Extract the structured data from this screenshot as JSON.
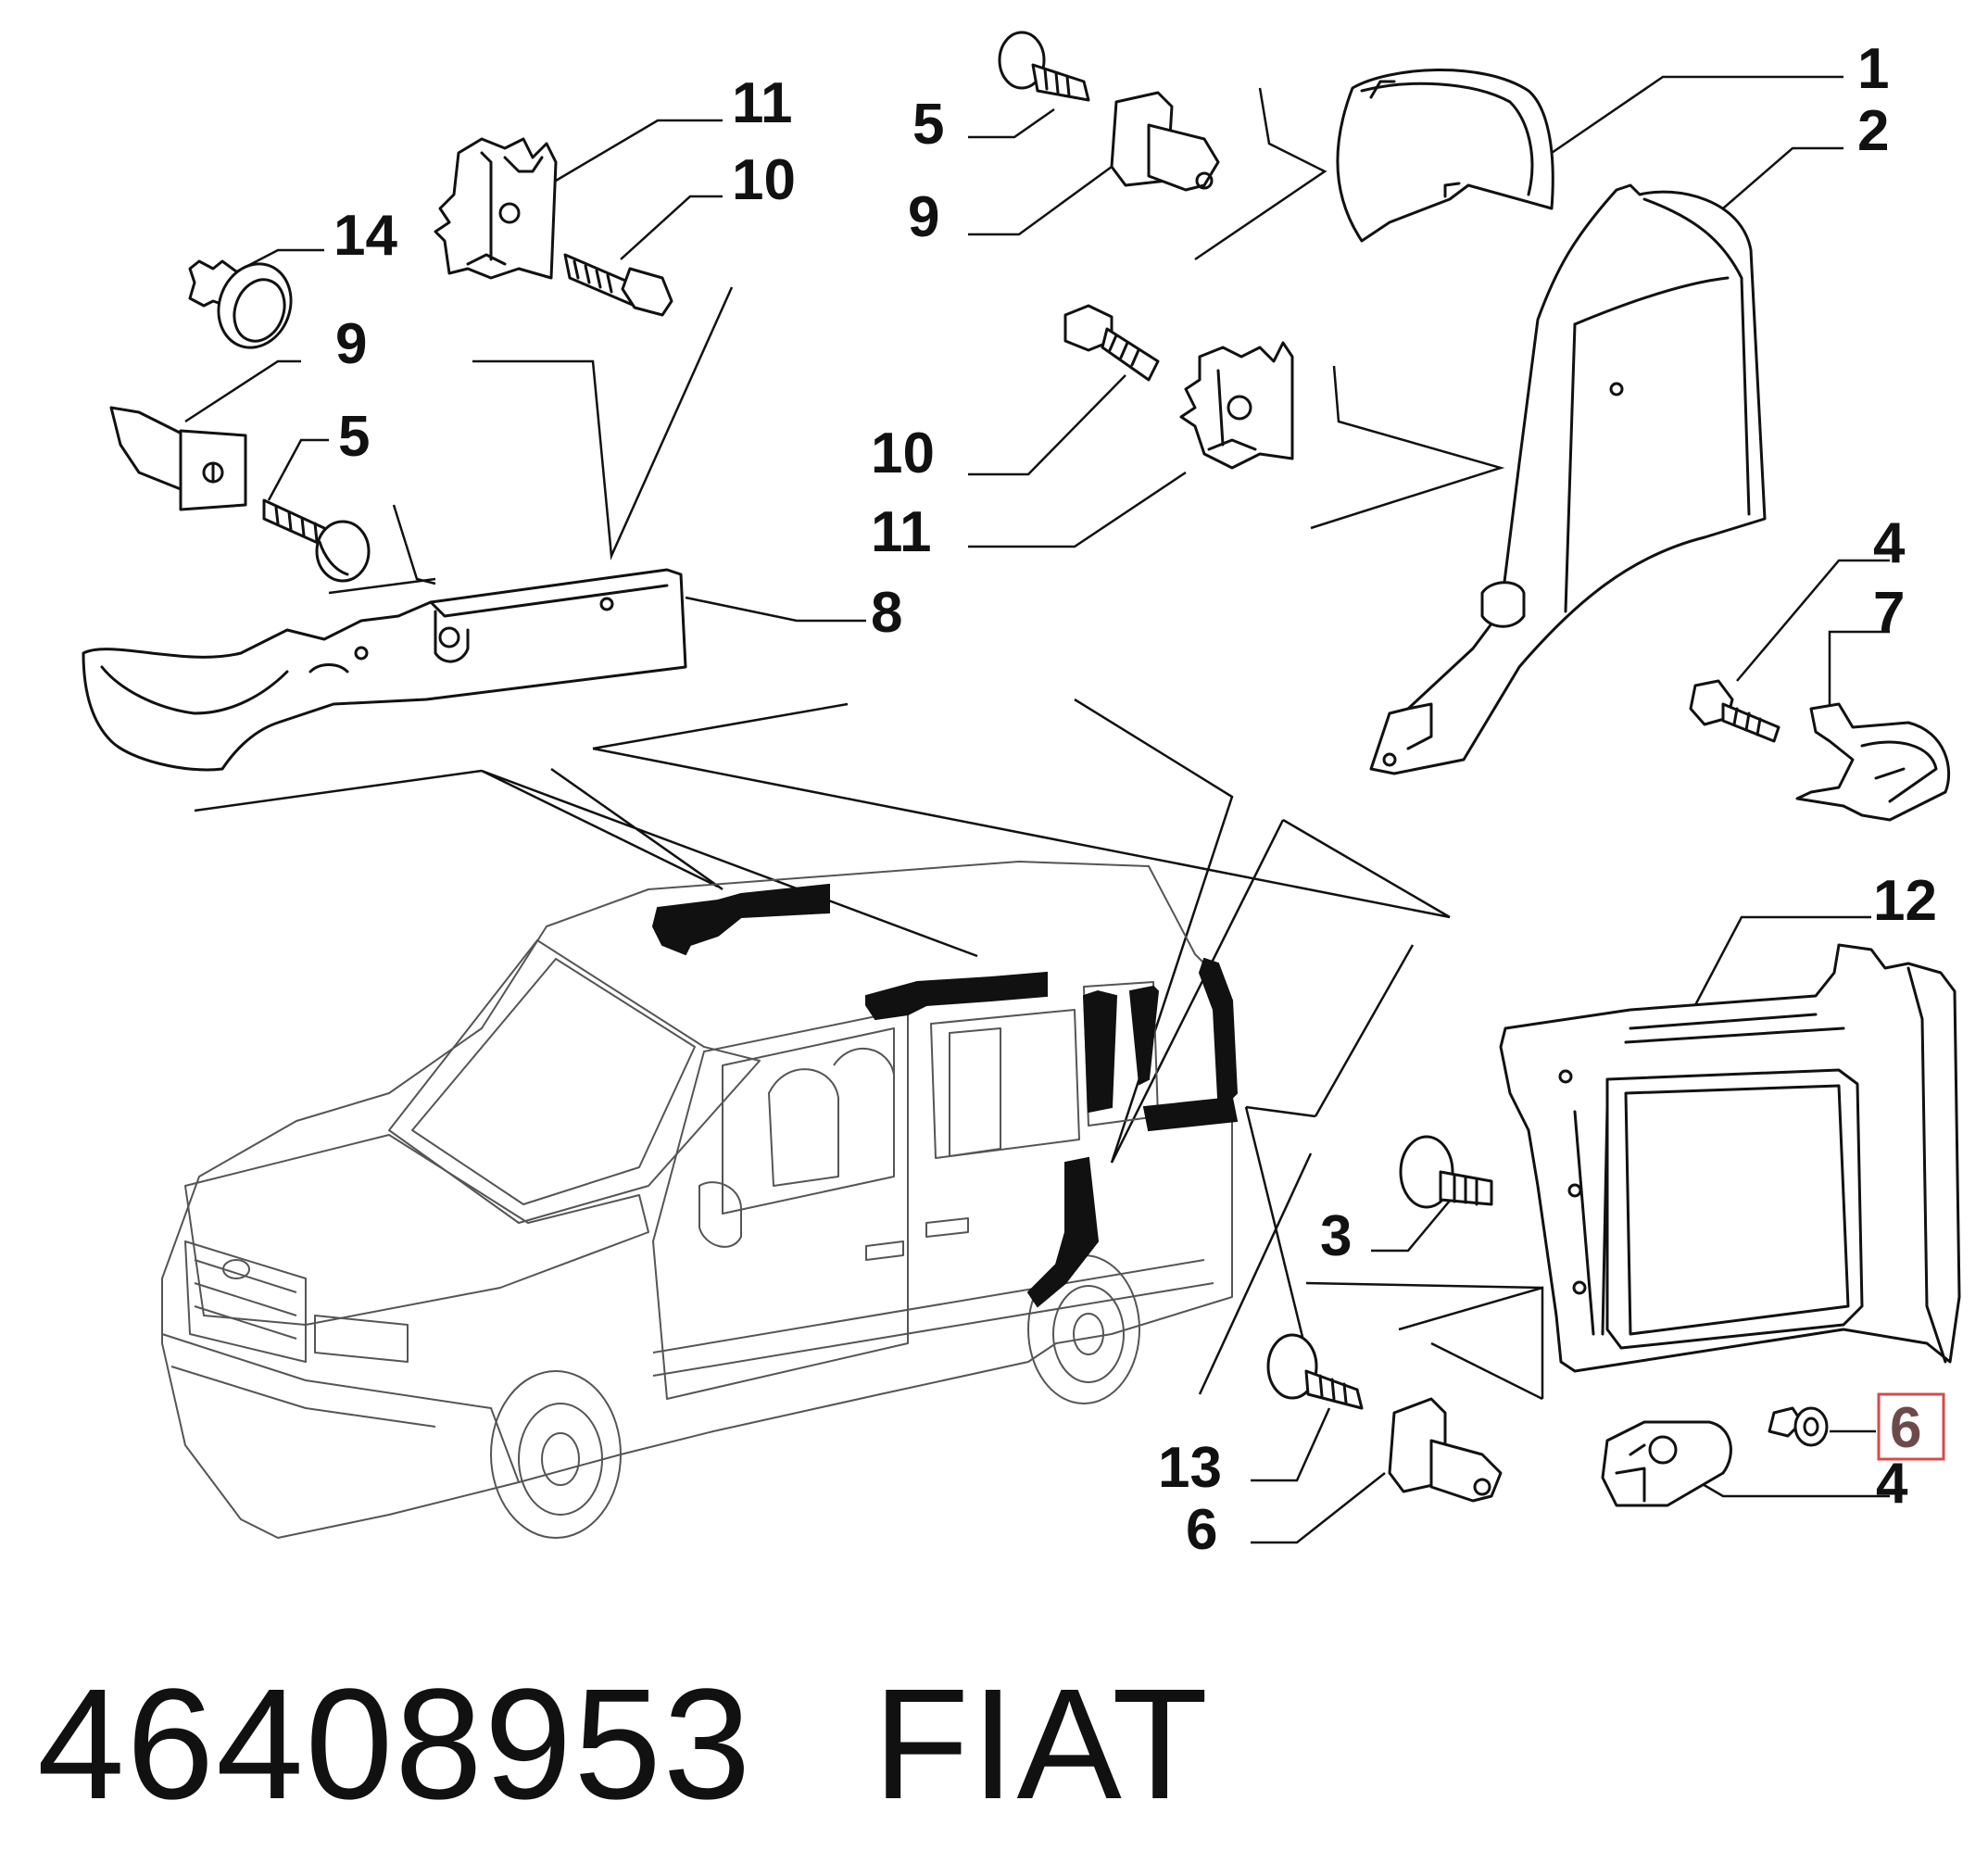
{
  "callouts": [
    {
      "id": "c1",
      "text": "1"
    },
    {
      "id": "c2",
      "text": "2"
    },
    {
      "id": "c3",
      "text": "3"
    },
    {
      "id": "c4a",
      "text": "4"
    },
    {
      "id": "c4b",
      "text": "4"
    },
    {
      "id": "c5a",
      "text": "5"
    },
    {
      "id": "c5b",
      "text": "5"
    },
    {
      "id": "c6a",
      "text": "6"
    },
    {
      "id": "c6b",
      "text": "6"
    },
    {
      "id": "c7",
      "text": "7"
    },
    {
      "id": "c8",
      "text": "8"
    },
    {
      "id": "c9a",
      "text": "9"
    },
    {
      "id": "c9b",
      "text": "9"
    },
    {
      "id": "c10a",
      "text": "10"
    },
    {
      "id": "c10b",
      "text": "10"
    },
    {
      "id": "c11a",
      "text": "11"
    },
    {
      "id": "c11b",
      "text": "11"
    },
    {
      "id": "c12",
      "text": "12"
    },
    {
      "id": "c13",
      "text": "13"
    },
    {
      "id": "c14",
      "text": "14"
    }
  ],
  "highlight": {
    "callout": "6",
    "color": "#d94a4a"
  },
  "footer": {
    "part_number": "46408953",
    "brand": "FIAT"
  }
}
